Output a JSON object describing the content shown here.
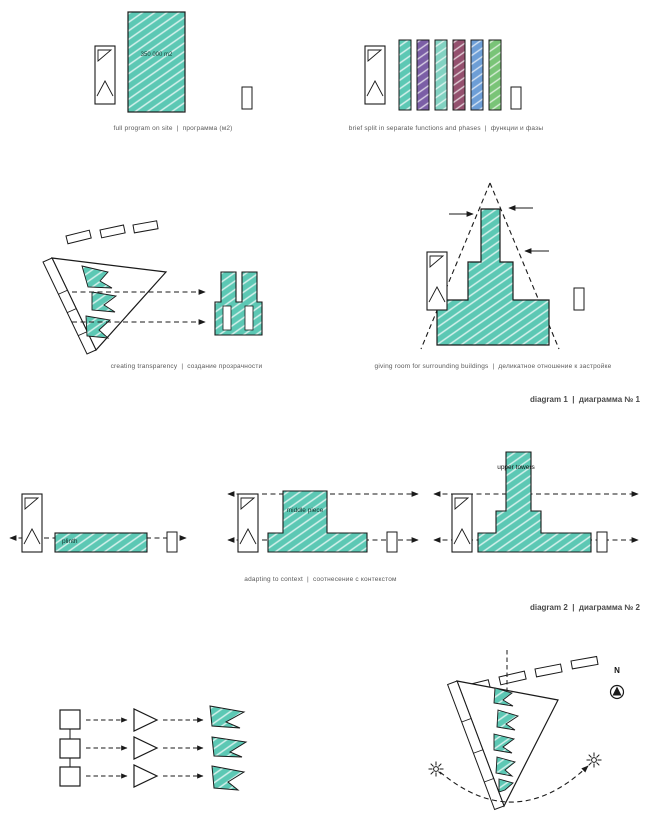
{
  "colors": {
    "teal": "#5cc8b4",
    "teal_light": "#82d2c2",
    "purple": "#7b5ea6",
    "maroon": "#94506e",
    "blue": "#6d9ed6",
    "green": "#79c477",
    "ink": "#1a1a1a",
    "caption_gray": "#5a5a5a"
  },
  "icons": {
    "tower_elevation": "tower-elevation-icon",
    "sun": "sun-icon",
    "north_compass": "compass-icon",
    "arrow": "arrowhead-icon"
  },
  "captions": {
    "full_program": "full program on site  |  программа (м2)",
    "brief_split": "brief split in separate functions and phases  |  функции и фазы",
    "transparency": "creating transparency  |  создание прозрачности",
    "giving_room": "giving room for surrounding buildings  |  деликатное отношение к застройке",
    "adapting": "adapting to context  |  соотнесение с контекстом"
  },
  "diagram_titles": {
    "diagram1": "diagram 1  |  диаграмма № 1",
    "diagram2": "diagram 2  |  диаграмма № 2"
  },
  "labels": {
    "area": "350 000 m2",
    "plinth": "plinth",
    "middle_piece": "middle piece",
    "upper_towers": "upper towers",
    "north": "N"
  }
}
